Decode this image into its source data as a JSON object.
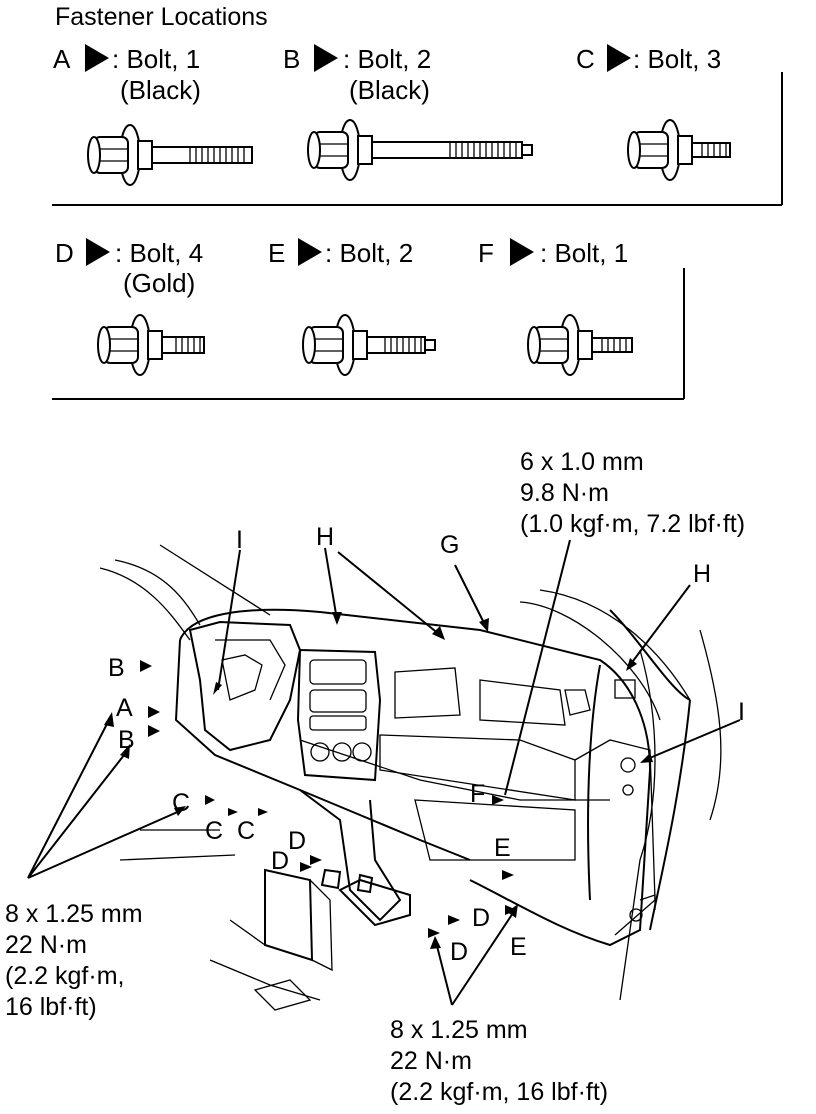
{
  "title": "Fastener Locations",
  "fasteners": [
    {
      "letter": "A",
      "desc": ": Bolt, 1",
      "note": "(Black)"
    },
    {
      "letter": "B",
      "desc": ": Bolt, 2",
      "note": "(Black)"
    },
    {
      "letter": "C",
      "desc": ": Bolt, 3",
      "note": ""
    },
    {
      "letter": "D",
      "desc": ": Bolt, 4",
      "note": "(Gold)"
    },
    {
      "letter": "E",
      "desc": ": Bolt, 2",
      "note": ""
    },
    {
      "letter": "F",
      "desc": ": Bolt, 1",
      "note": ""
    }
  ],
  "specs": {
    "top_right": [
      "6 x 1.0 mm",
      "9.8 N·m",
      "(1.0 kgf·m, 7.2 lbf·ft)"
    ],
    "left": [
      "8 x 1.25 mm",
      "22 N·m",
      "(2.2 kgf·m,",
      "16 lbf·ft)"
    ],
    "bottom": [
      "8 x 1.25 mm",
      "22 N·m",
      "(2.2 kgf·m, 16 lbf·ft)"
    ]
  },
  "callouts": {
    "G": "G",
    "H": "H",
    "I": "I",
    "A": "A",
    "B": "B",
    "C": "C",
    "D": "D",
    "E": "E",
    "F": "F"
  }
}
